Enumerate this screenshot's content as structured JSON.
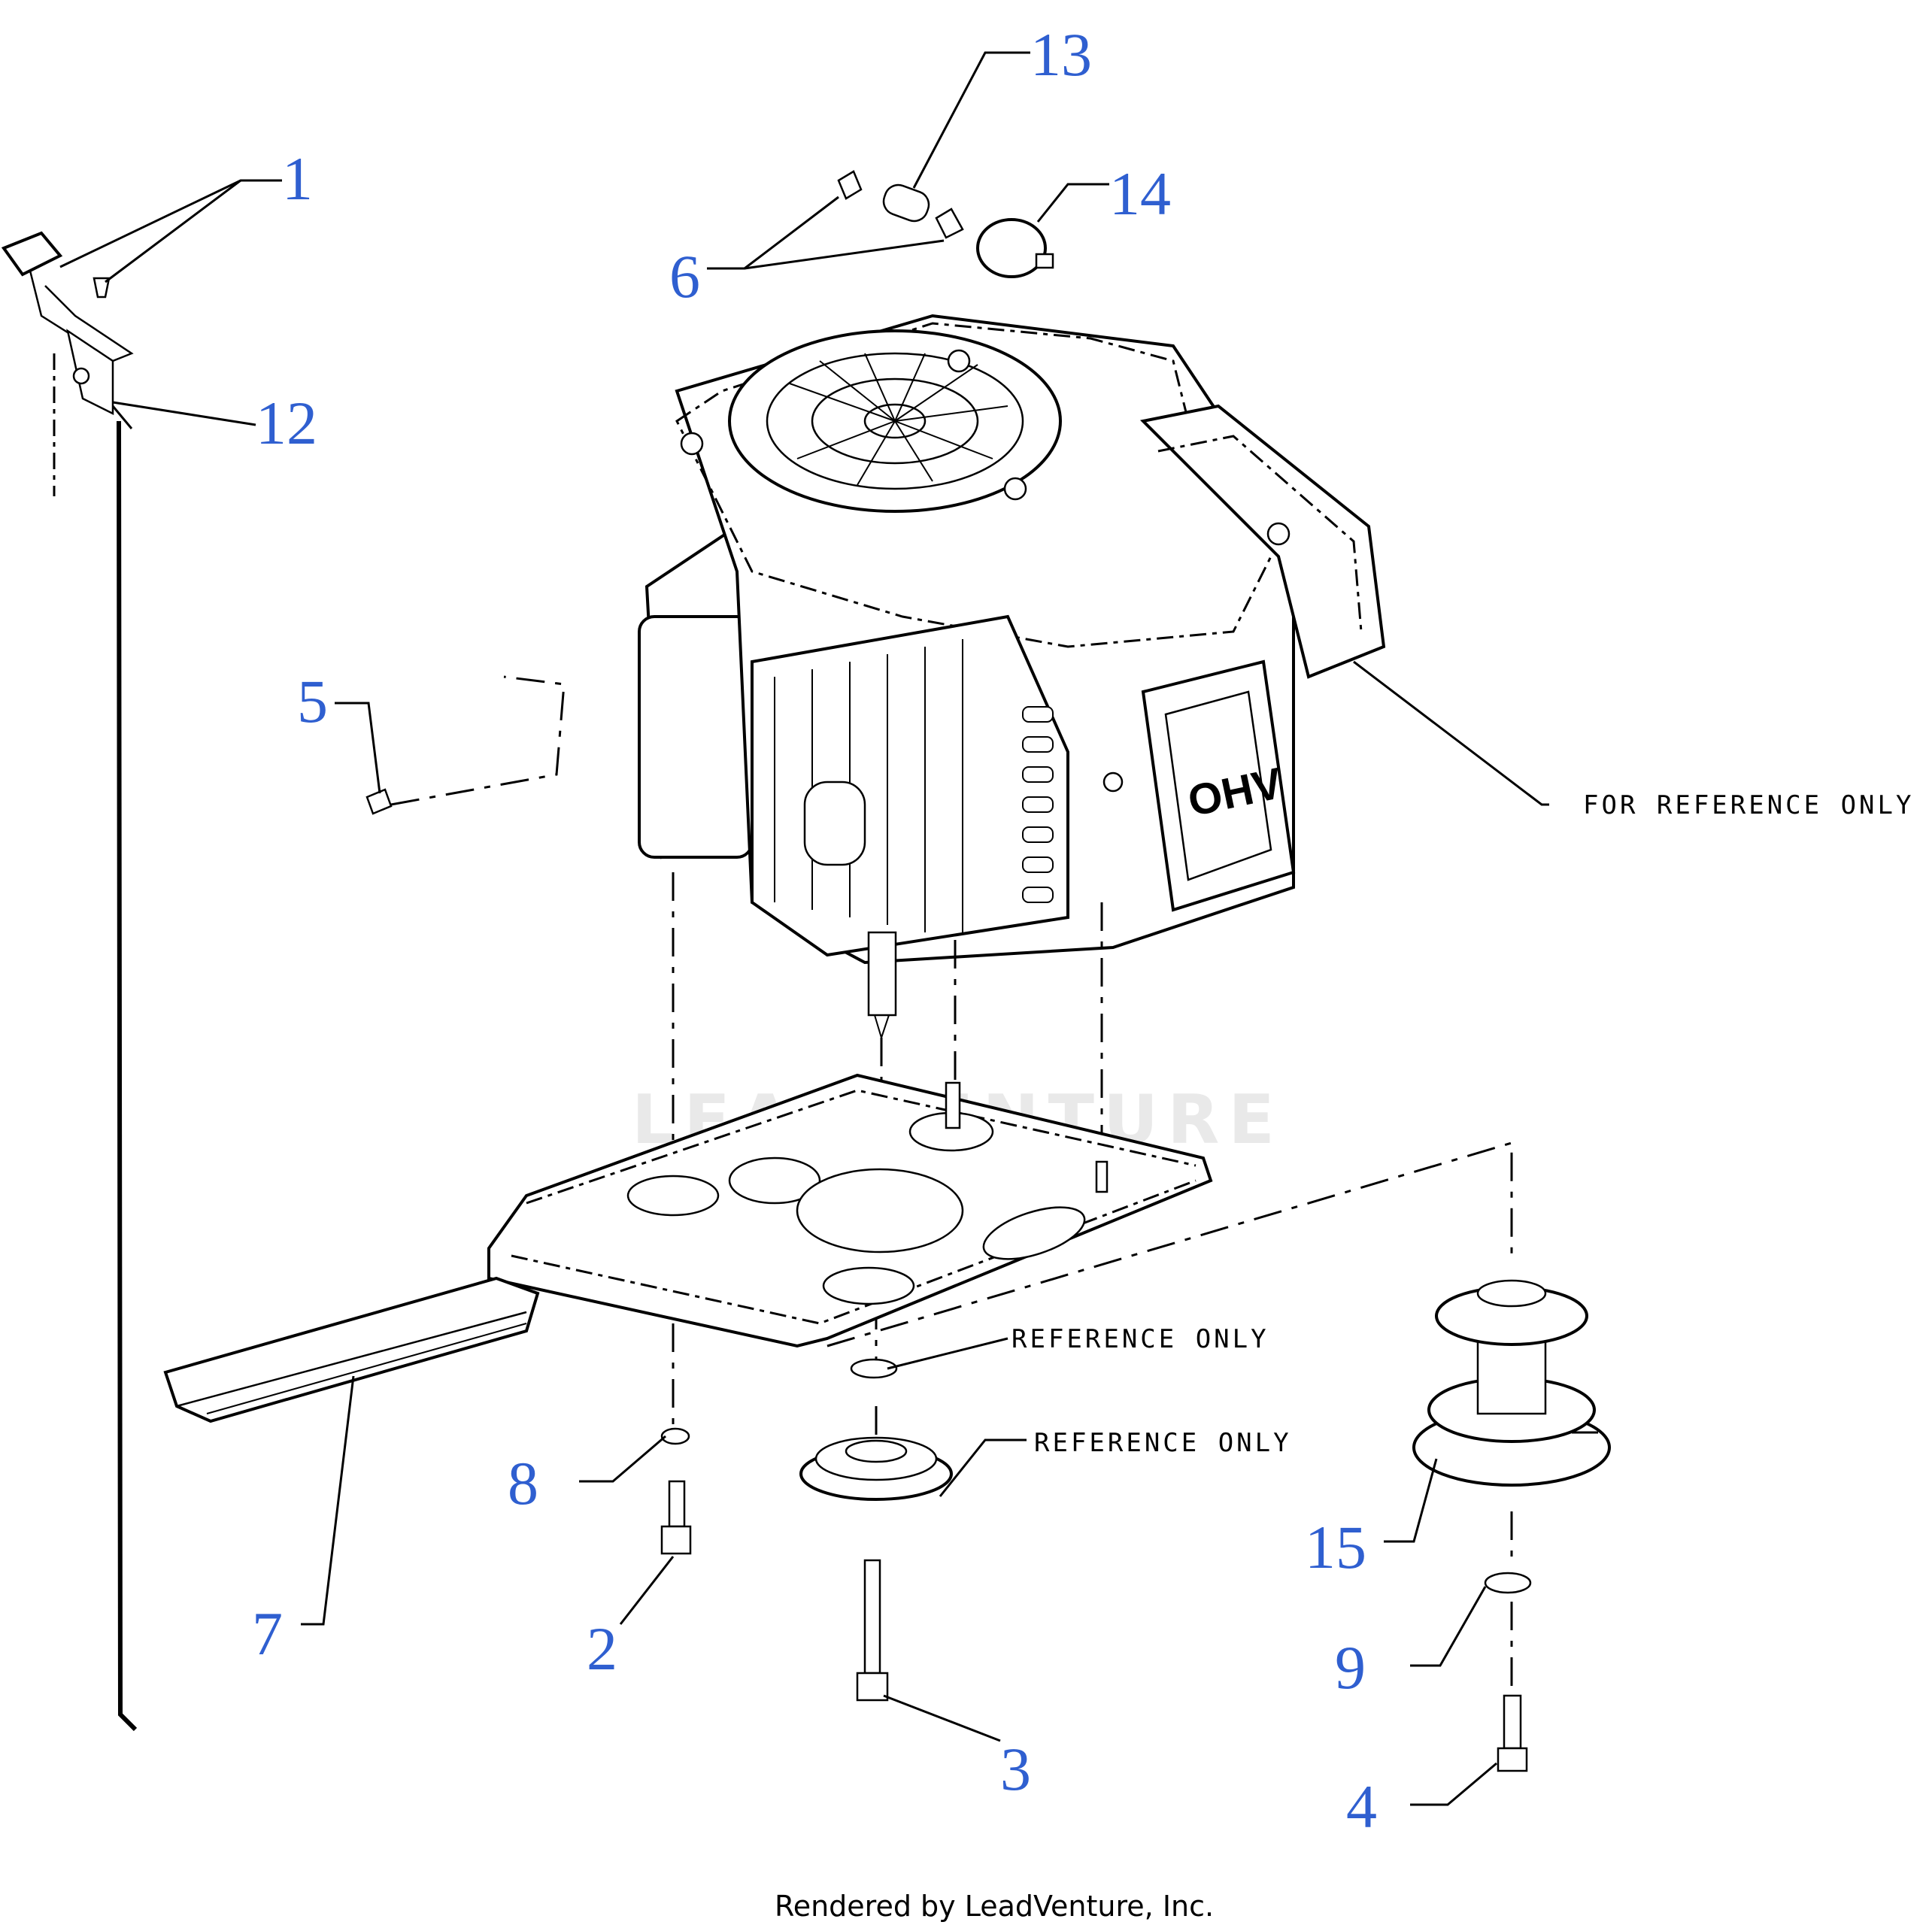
{
  "callouts": {
    "c1": "1",
    "c2": "2",
    "c3": "3",
    "c4": "4",
    "c5": "5",
    "c6": "6",
    "c7": "7",
    "c8": "8",
    "c9": "9",
    "c12": "12",
    "c13": "13",
    "c14": "14",
    "c15": "15"
  },
  "notes": {
    "for_reference_only": "FOR REFERENCE ONLY",
    "reference_only_washer": "REFERENCE ONLY",
    "reference_only_pulley": "REFERENCE ONLY"
  },
  "engine_logo": "OHV",
  "watermark": "LEADVENTURE",
  "footer": "Rendered by LeadVenture, Inc.",
  "colors": {
    "callout": "#2f5fd0",
    "line": "#000000",
    "watermark": "#e9e9e9"
  }
}
